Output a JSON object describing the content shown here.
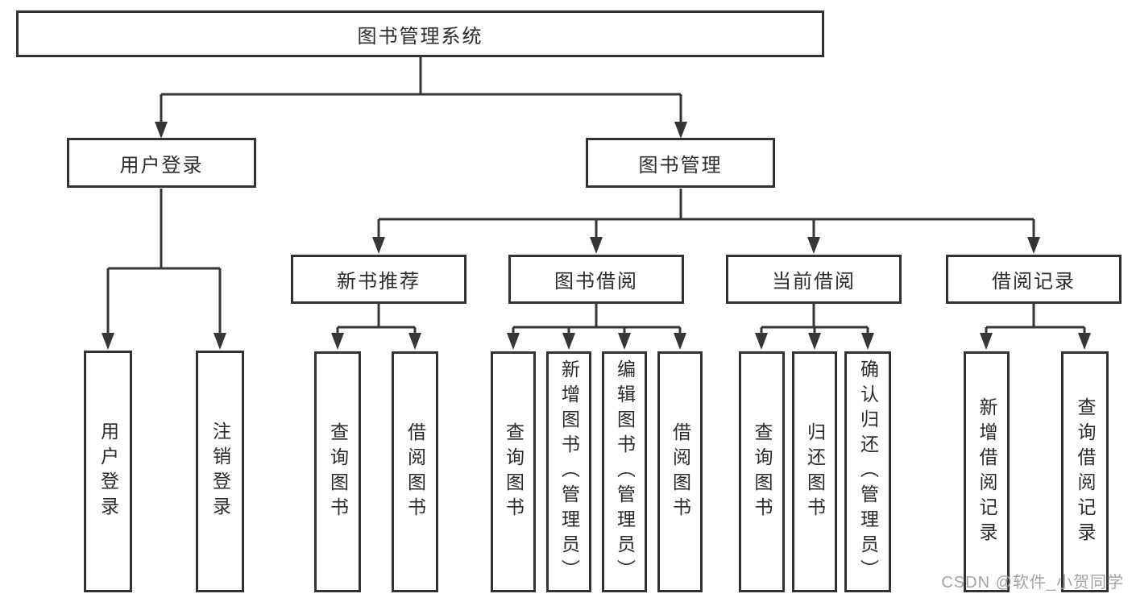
{
  "nodes": {
    "root": "图书管理系统",
    "userLogin": "用户登录",
    "bookMgmt": "图书管理",
    "newBookRec": "新书推荐",
    "bookBorrow": "图书借阅",
    "currentBorrow": "当前借阅",
    "borrowRecords": "借阅记录",
    "leafUserLogin": "用户登录",
    "leafLogout": "注销登录",
    "nbQuery": "查询图书",
    "nbBorrow": "借阅图书",
    "bbQuery": "查询图书",
    "bbAdd": "新增图书（管理员）",
    "bbEdit": "编辑图书（管理员）",
    "bbBorrow": "借阅图书",
    "cbQuery": "查询图书",
    "cbReturn": "归还图书",
    "cbConfirm": "确认归还（管理员）",
    "brAdd": "新增借阅记录",
    "brQuery": "查询借阅记录"
  },
  "watermark": "CSDN @软件_小贺同学",
  "colors": {
    "line": "#363636",
    "text": "#2b2b2b",
    "watermark": "#a3a3a3",
    "background": "#ffffff"
  }
}
